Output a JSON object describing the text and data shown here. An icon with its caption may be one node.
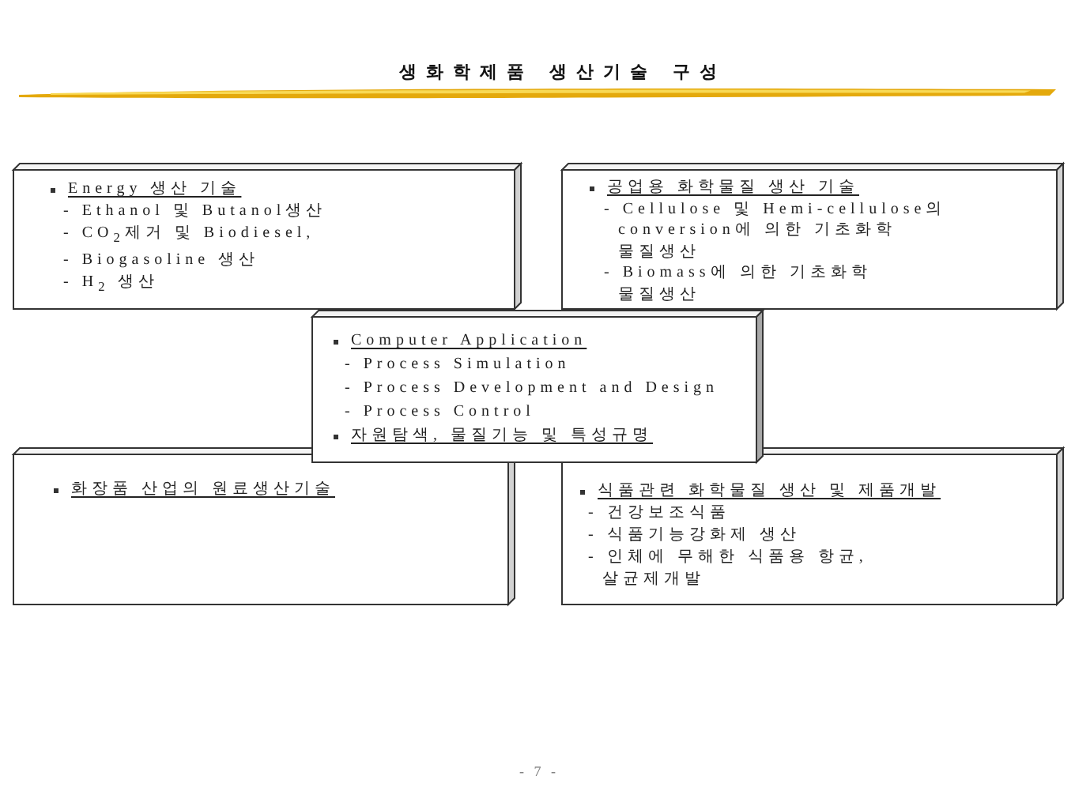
{
  "diagram": {
    "title": "생화학제품 생산기술 구성",
    "nodes": [
      {
        "text": [
          "Energy 생산 기술",
          "- Ethanol 및 Butanol생산",
          "- CO$_{2}$제거 및 Biodiesel,",
          "- Biogasoline 생산",
          "- H$_{2}$ 생산"
        ]
      },
      {
        "text": [
          "공업용 화학물질 생산 기술",
          "- Cellulose 및 Hemi-cellulose의 conversion에 의한 기초화학 물질생산",
          "- Biomass에 의한 기초화학 물질생산"
        ]
      },
      {
        "text": [
          "Computer Application",
          "- Process Simulation",
          "- Process Development and Design",
          "- Process Control",
          "자원탐색, 물질기능 및 특성규명"
        ]
      },
      {
        "text": [
          "화장품 산업의 원료생산기술"
        ]
      },
      {
        "text": [
          "식품관련 화학물질 생산 및 제품개발",
          "- 건강보조식품",
          "- 식품기능강화제 생산",
          "- 인체에 무해한 식품용 항균, 살균제개발"
        ]
      }
    ],
    "labels": [
      "- 7 -"
    ]
  }
}
